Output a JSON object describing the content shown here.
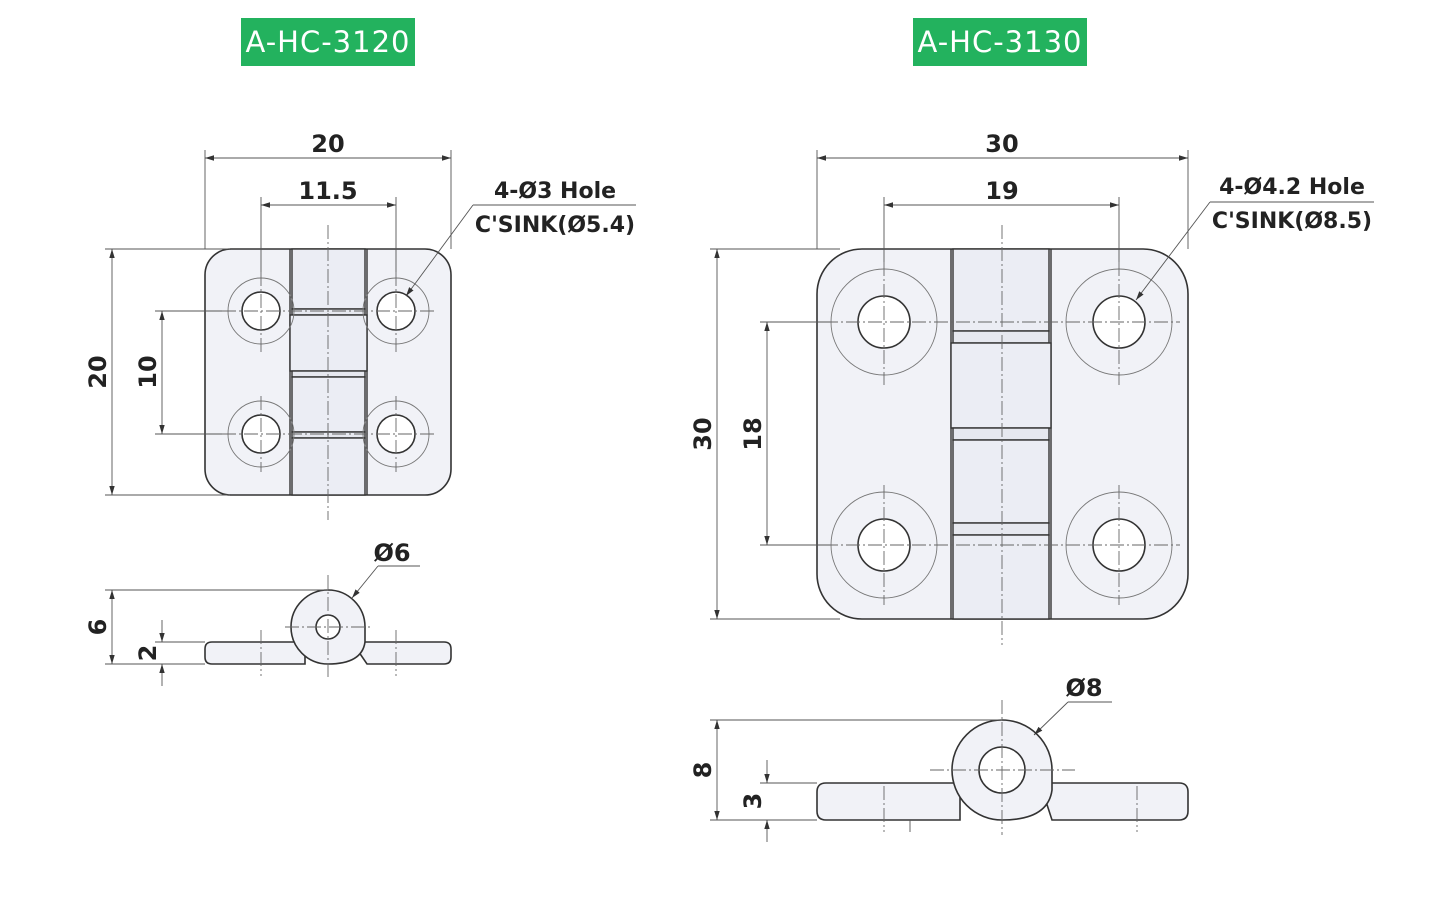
{
  "models": [
    {
      "model": "A-HC-3120",
      "dims": {
        "overall_width": "20",
        "hole_spacing_width": "11.5",
        "overall_height": "20",
        "hole_spacing_height": "10",
        "knuckle_dia": "Ø6",
        "side_height": "6",
        "thickness": "2"
      },
      "hole_note": [
        "4-Ø3 Hole",
        "C'SINK(Ø5.4)"
      ]
    },
    {
      "model": "A-HC-3130",
      "dims": {
        "overall_width": "30",
        "hole_spacing_width": "19",
        "overall_height": "30",
        "hole_spacing_height": "18",
        "knuckle_dia": "Ø8",
        "side_height": "8",
        "thickness": "3"
      },
      "hole_note": [
        "4-Ø4.2 Hole",
        "C'SINK(Ø8.5)"
      ]
    }
  ],
  "colors": {
    "badge_bg": "#23b25e",
    "badge_text": "#ffffff"
  }
}
